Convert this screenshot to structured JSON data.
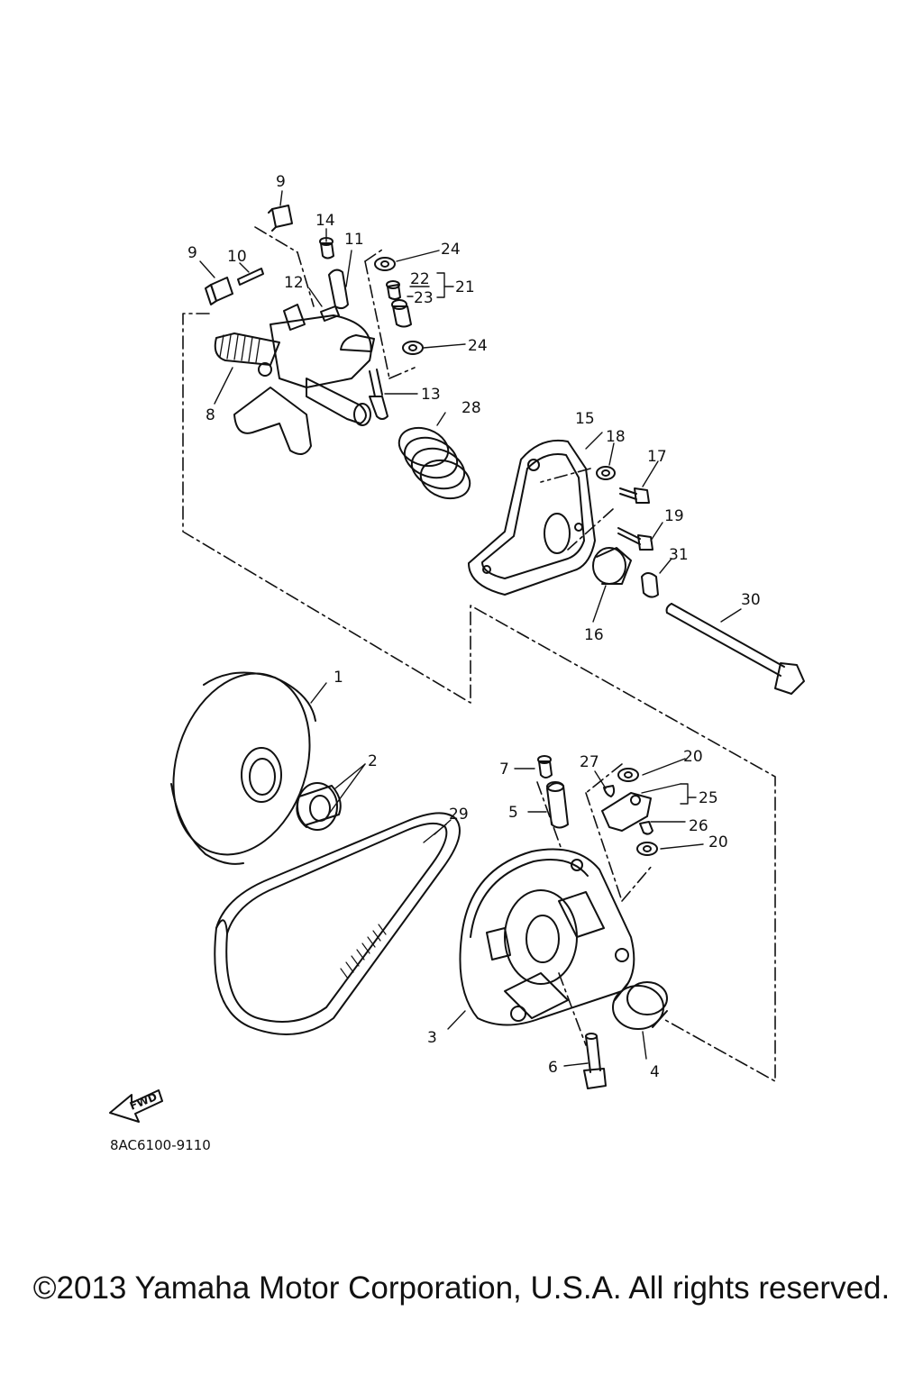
{
  "diagram": {
    "drawing_code": "8AC6100-9110",
    "fwd_label": "FWD",
    "part_labels": [
      "1",
      "2",
      "3",
      "4",
      "5",
      "6",
      "7",
      "8",
      "9",
      "9",
      "10",
      "11",
      "12",
      "13",
      "14",
      "15",
      "16",
      "17",
      "18",
      "19",
      "20",
      "20",
      "21",
      "22",
      "23",
      "24",
      "24",
      "25",
      "26",
      "27",
      "28",
      "29",
      "30",
      "31"
    ]
  },
  "footer": {
    "copyright": "©2013 Yamaha Motor Corporation, U.S.A. All rights reserved."
  }
}
